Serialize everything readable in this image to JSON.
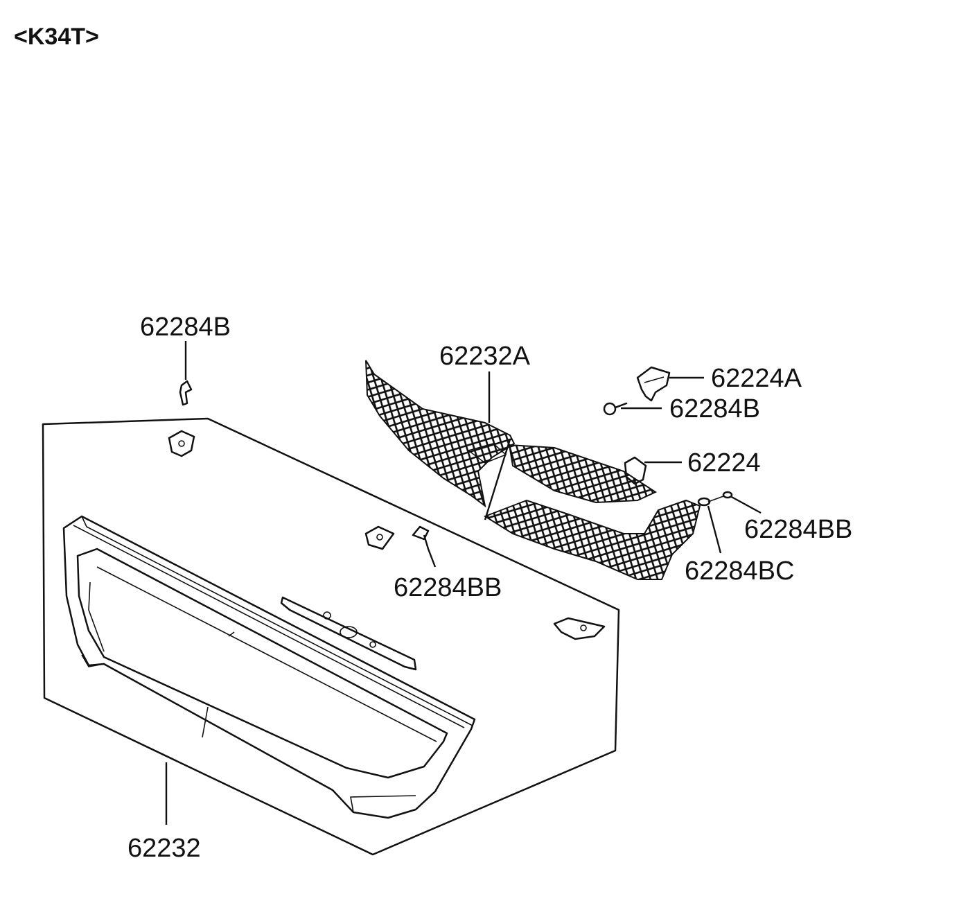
{
  "header": {
    "model_code": "<K34T>"
  },
  "callouts": [
    {
      "id": "c1",
      "label": "62284B"
    },
    {
      "id": "c2",
      "label": "62232A"
    },
    {
      "id": "c3",
      "label": "62224A"
    },
    {
      "id": "c4",
      "label": "62284B"
    },
    {
      "id": "c5",
      "label": "62224"
    },
    {
      "id": "c6",
      "label": "62284BB"
    },
    {
      "id": "c7",
      "label": "62284BB"
    },
    {
      "id": "c8",
      "label": "62284BC"
    },
    {
      "id": "c9",
      "label": "62232"
    }
  ],
  "colors": {
    "line": "#111111",
    "background": "#ffffff"
  }
}
